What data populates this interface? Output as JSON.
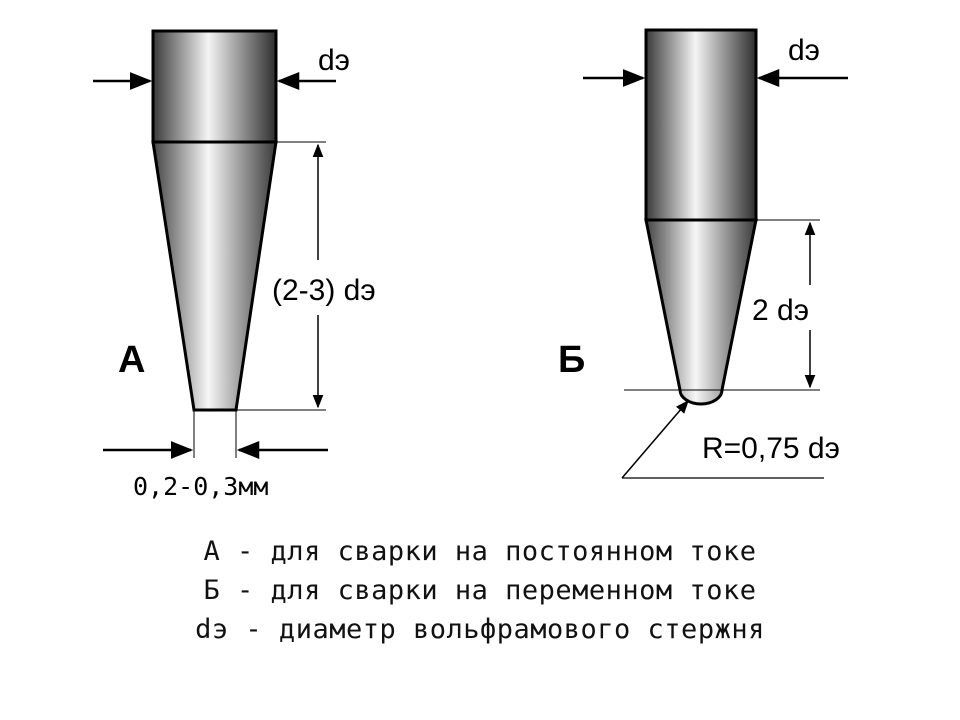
{
  "electrode_a": {
    "letter": "А",
    "diameter_label": "dэ",
    "taper_length_label": "(2-3) dэ",
    "tip_width_label": "0,2-0,3мм"
  },
  "electrode_b": {
    "letter": "Б",
    "diameter_label": "dэ",
    "taper_length_label": "2 dэ",
    "radius_label": "R=0,75 dэ"
  },
  "legend": [
    "А - для сварки на постоянном токе",
    "Б - для сварки на переменном токе",
    "dэ - диаметр вольфрамового стержня"
  ]
}
